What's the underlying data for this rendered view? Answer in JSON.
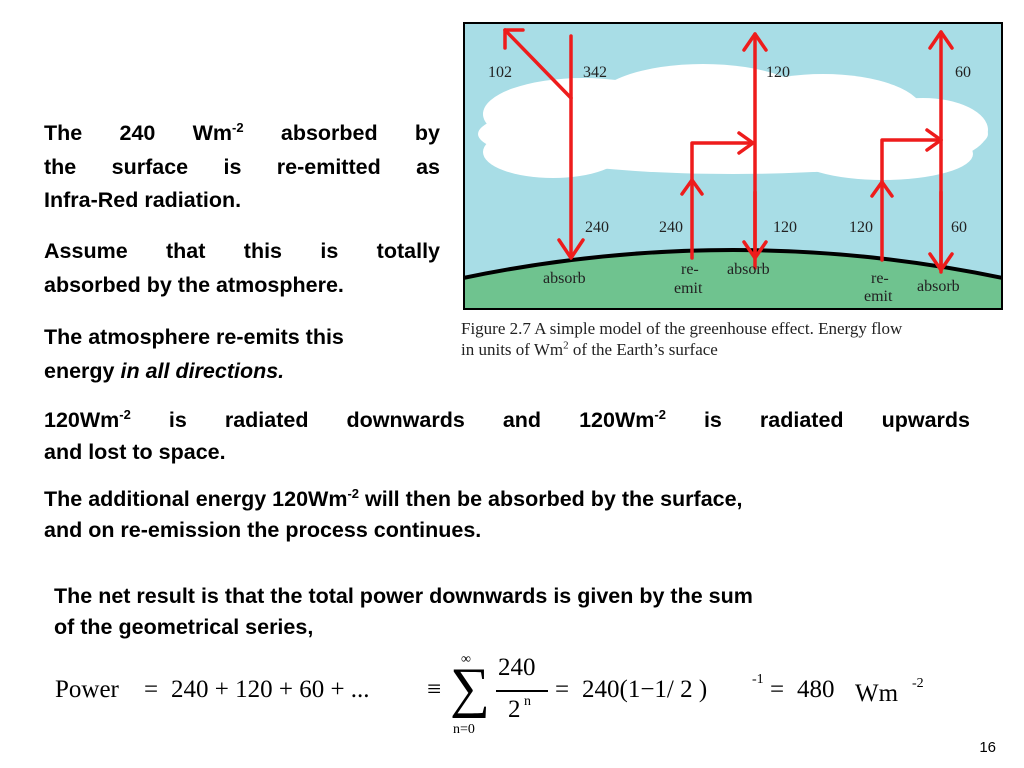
{
  "left_text": {
    "p1_a": "The 240 Wm",
    "p1_sup": "-2",
    "p1_b": " absorbed by",
    "p1_line2": "the surface  is re-emitted as",
    "p1_line3": "Infra-Red radiation.",
    "p2_line1": "Assume that this is totally",
    "p2_line2": "absorbed by the atmosphere.",
    "p3_line1": "The atmosphere re-emits this",
    "p3_line2_a": "energy ",
    "p3_line2_b": "in all directions."
  },
  "body_text": {
    "p4_a": "120Wm",
    "p4_sup1": "-2",
    "p4_b": " is radiated downwards and 120Wm",
    "p4_sup2": "-2",
    "p4_c": " is radiated upwards",
    "p4_line2": "and  lost to space.",
    "p5_a": "The additional energy 120Wm",
    "p5_sup": "-2",
    "p5_b": " will then be absorbed by the surface,",
    "p5_line2": "and on re-emission the process continues.",
    "p6_line1": "The net result is that the total power downwards is given by the sum",
    "p6_line2": "of the geometrical series,"
  },
  "diagram": {
    "labels": {
      "top_102": "102",
      "top_342": "342",
      "top_120": "120",
      "top_60": "60",
      "low_240a": "240",
      "low_240b": "240",
      "low_120a": "120",
      "low_120b": "120",
      "low_60": "60",
      "absorb1": "absorb",
      "reemit1_a": "re-",
      "reemit1_b": "emit",
      "absorb2": "absorb",
      "reemit2_a": "re-",
      "reemit2_b": "emit",
      "absorb3": "absorb"
    },
    "colors": {
      "sky": "#a8dde6",
      "cloud": "#ffffff",
      "ground": "#6fc38f",
      "arrow": "#ee1c1c",
      "frame": "#000000"
    }
  },
  "caption": {
    "line1": "Figure 2.7 A simple model of the greenhouse effect. Energy flow",
    "line2_a": "in units of Wm",
    "line2_sup": "2",
    "line2_b": " of the Earth’s surface"
  },
  "formula": {
    "lhs": "Power",
    "eq1": "=",
    "terms": "240 + 120 + 60 + ...",
    "equiv": "≡",
    "sum_sign": "∑",
    "sum_upper": "∞",
    "sum_lower": "n=0",
    "frac_num": "240",
    "frac_den_base": "2",
    "frac_den_exp": "n",
    "eq2": "=",
    "mid": "240(1−1/ 2 )",
    "mid_exp": "-1",
    "eq3": "=",
    "result": "480",
    "unit": "Wm",
    "unit_exp": "-2"
  },
  "page_number": "16"
}
